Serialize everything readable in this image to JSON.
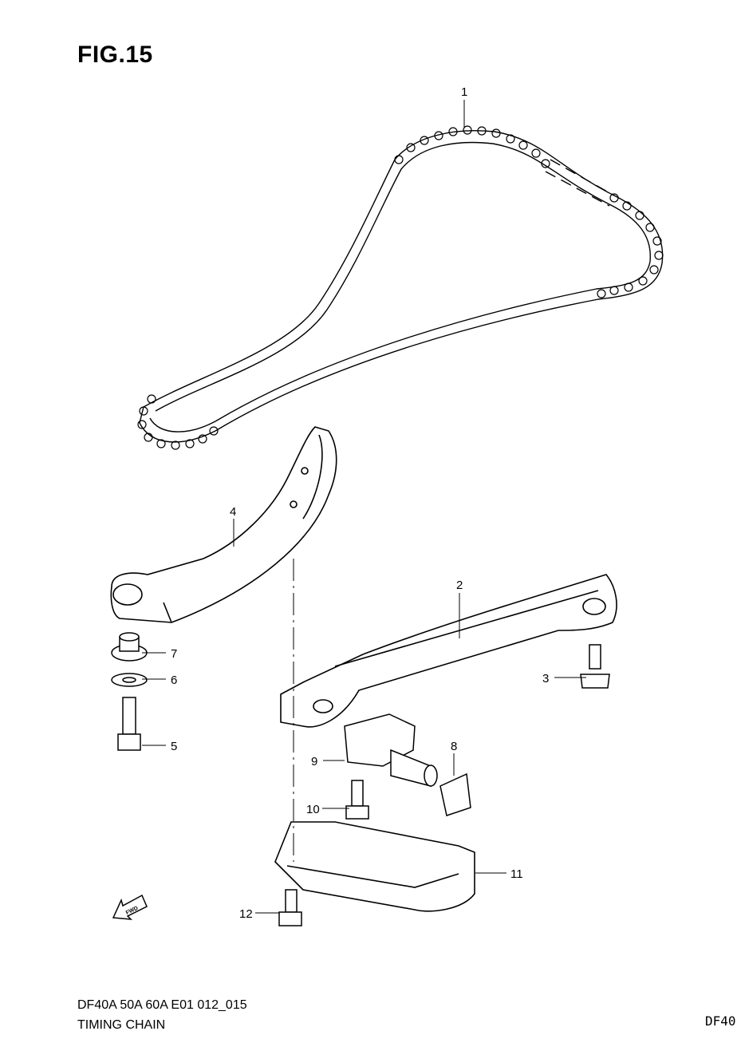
{
  "figure": {
    "title": "FIG.15"
  },
  "callouts": [
    {
      "id": "c1",
      "label": "1",
      "part": "timing chain"
    },
    {
      "id": "c2",
      "label": "2",
      "part": "chain guide"
    },
    {
      "id": "c3",
      "label": "3",
      "part": "guide bolt"
    },
    {
      "id": "c4",
      "label": "4",
      "part": "tensioner arm"
    },
    {
      "id": "c5",
      "label": "5",
      "part": "arm bolt"
    },
    {
      "id": "c6",
      "label": "6",
      "part": "washer"
    },
    {
      "id": "c7",
      "label": "7",
      "part": "bushing"
    },
    {
      "id": "c8",
      "label": "8",
      "part": "tensioner pad"
    },
    {
      "id": "c9",
      "label": "9",
      "part": "chain tensioner"
    },
    {
      "id": "c10",
      "label": "10",
      "part": "tensioner bolt"
    },
    {
      "id": "c11",
      "label": "11",
      "part": "guide plate"
    },
    {
      "id": "c12",
      "label": "12",
      "part": "plate bolt"
    }
  ],
  "fwd_label": "FWD",
  "footer": {
    "model": "DF40A 50A 60A E01 012_015",
    "title": "TIMING CHAIN",
    "page_code": "DF40"
  }
}
